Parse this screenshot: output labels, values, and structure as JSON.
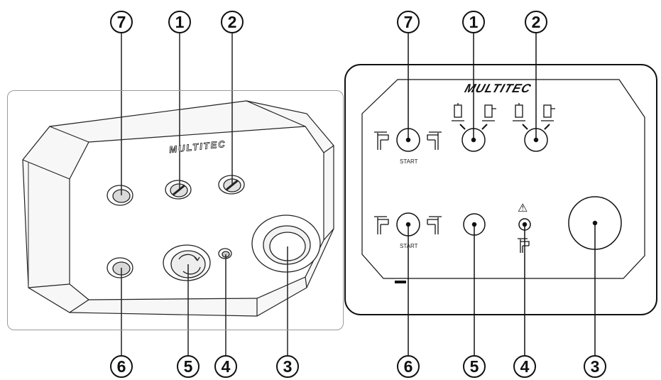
{
  "diagram": {
    "brand": "MULTITEC",
    "start_label": "START",
    "warning_glyph": "⚠",
    "callouts_top": [
      "7",
      "1",
      "2"
    ],
    "callouts_bottom": [
      "6",
      "5",
      "4",
      "3"
    ],
    "callouts_top_schematic": [
      "7",
      "1",
      "2"
    ],
    "callouts_bottom_schematic": [
      "6",
      "5",
      "4",
      "3"
    ],
    "colors": {
      "line": "#111111",
      "panel_border": "#9a9a9a"
    }
  }
}
